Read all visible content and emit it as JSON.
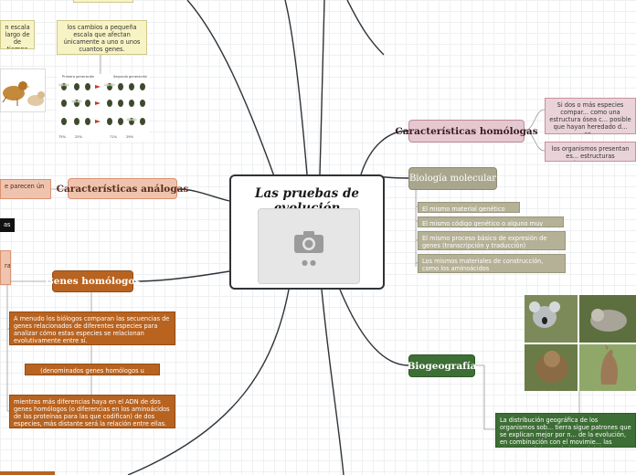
{
  "center": {
    "title": "Las pruebas de evolución"
  },
  "homologous_characteristics": {
    "title": "Características homólogas",
    "notes": [
      "Si dos o más especies compar... como una estructura ósea c... posible que hayan heredado d... co...",
      "los organismos presentan es... estructuras importan..."
    ]
  },
  "molecular_biology": {
    "title": "Biología molecular",
    "items": [
      "El mismo material genético (ADN)",
      "El mismo código genético o alguno muy parecido",
      "El mismo proceso básico de expresión de genes (transcripción y traducción)",
      "Los mismos materiales de construcción, como los aminoácidos"
    ]
  },
  "biogeography": {
    "title": "Biogeografía",
    "text": "La distribución geográfica de los organismos sob... tierra sigue patrones que se explican mejor por n... de la evolución, en combinación con el movimie... las placas tectónicas, a lo largo del tiempo geoló..."
  },
  "analogous_characteristics": {
    "title": "Características análogas",
    "note": "e parecen ún"
  },
  "homologous_genes": {
    "title": "Genes homólogos",
    "notes": [
      "A menudo los biólogos comparan las secuencias de genes relacionados de diferentes especies para analizar cómo estas especies se relacionan evolutivamente entre sí.",
      "(denominados genes homólogos u ortólogos)",
      "mientras más diferencias haya en el ADN de dos genes homólogos (o diferencias en los aminoácidos de las proteínas para las que codifican) de dos especies, más distante será la relación entre ellas."
    ]
  },
  "left_fragments": {
    "black_tag": "as",
    "peach_tag": "ra",
    "scale_note": "n escala largo de de tiempo",
    "small_changes": "los cambios a pequeña escala que afectan únicamente a uno o unos cuantos genes."
  },
  "fly_figure": {
    "label_first": "Primera generación",
    "label_second": "Segunda generación",
    "pct_first": [
      "75%",
      "25%"
    ],
    "pct_second": [
      "71%",
      "29%"
    ]
  },
  "colors": {
    "pink": "#e5c8d0",
    "olive": "#a9a68e",
    "green": "#3d6e35",
    "peach": "#efc3ad",
    "brown": "#b86320",
    "yellow": "#f7f3c4",
    "connector": "#2f3337"
  }
}
